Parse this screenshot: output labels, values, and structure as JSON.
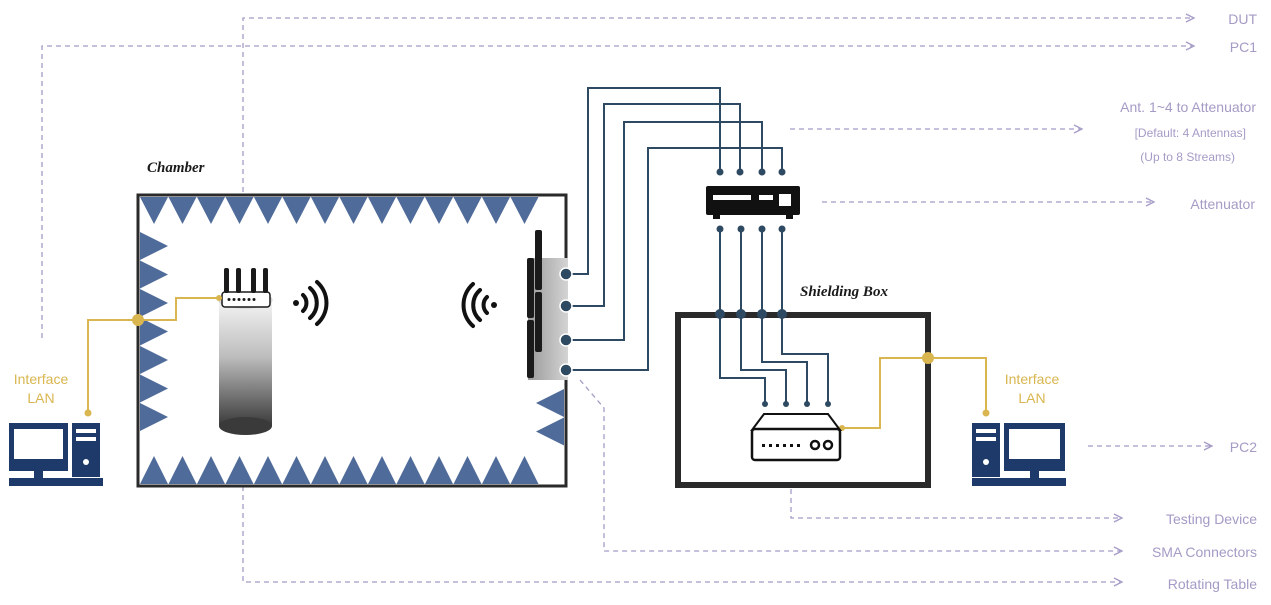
{
  "colors": {
    "navy": "#1e3a6b",
    "cable": "#2e4a62",
    "absorber": "#4f6b9a",
    "gold": "#d9b650",
    "dashed": "#a59bc6",
    "callout_text": "#a59bc6",
    "frame": "#2a2a2a"
  },
  "diagram": {
    "chamber_label": "Chamber",
    "shielding_box_label": "Shielding Box",
    "interface_lan_left": {
      "line1": "Interface",
      "line2": "LAN"
    },
    "interface_lan_right": {
      "line1": "Interface",
      "line2": "LAN"
    }
  },
  "callouts": {
    "dut": "DUT",
    "pc1": "PC1",
    "ant_to_attenuator": "Ant. 1~4 to Attenuator",
    "default_antennas": "[Default: 4 Antennas]",
    "up_to_streams": "(Up to 8 Streams)",
    "attenuator": "Attenuator",
    "pc2": "PC2",
    "testing_device": "Testing Device",
    "sma_connectors": "SMA Connectors",
    "rotating_table": "Rotating Table"
  },
  "icons": {
    "pc_left": "desktop-computer-icon",
    "pc_right": "desktop-computer-icon",
    "dut": "wifi-router-icon",
    "attenuator": "attenuator-device-icon",
    "testing_device": "router-device-icon",
    "wifi_left": "wifi-signal-icon",
    "wifi_right": "wifi-signal-icon"
  }
}
